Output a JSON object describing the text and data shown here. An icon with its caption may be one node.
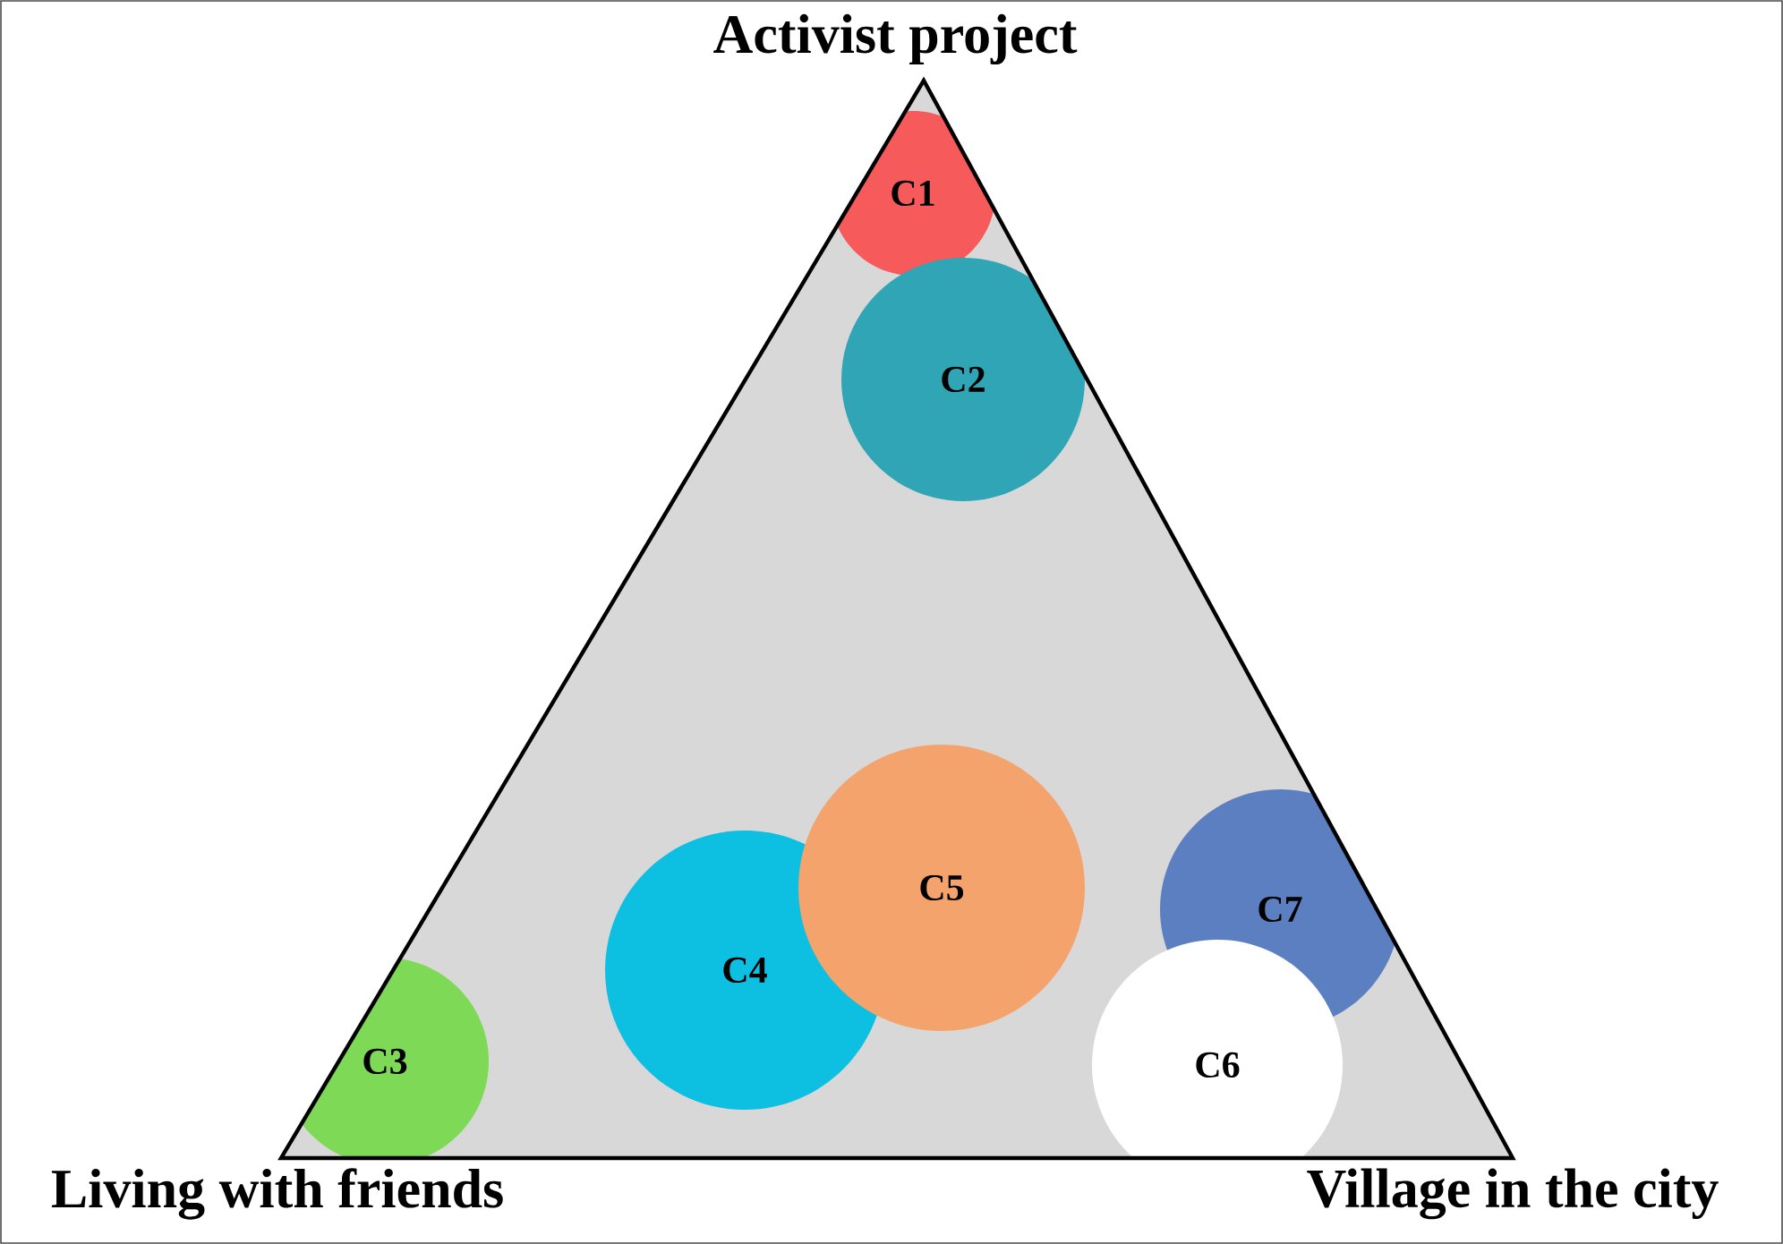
{
  "diagram": {
    "nodes": [
      {
        "text": [
          "C1"
        ]
      },
      {
        "text": [
          "C2"
        ]
      },
      {
        "text": [
          "C3"
        ]
      },
      {
        "text": [
          "C4"
        ]
      },
      {
        "text": [
          "C5"
        ]
      },
      {
        "text": [
          "C6"
        ]
      },
      {
        "text": [
          "C7"
        ]
      }
    ],
    "labels": [
      "Activist project",
      "Living with friends",
      "Village in the city"
    ]
  }
}
